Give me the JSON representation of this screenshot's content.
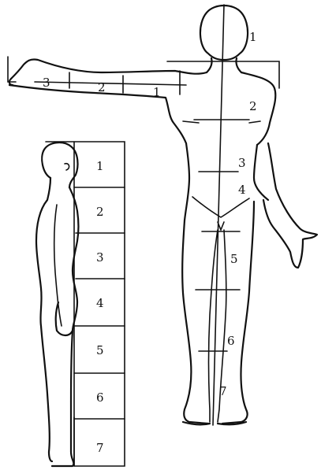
{
  "front_figure": {
    "labels": [
      "1",
      "2",
      "3",
      "4",
      "5",
      "6",
      "7"
    ],
    "arm_labels": [
      "3",
      "2",
      "1"
    ]
  },
  "side_figure": {
    "ruler_labels": [
      "1",
      "2",
      "3",
      "4",
      "5",
      "6",
      "7"
    ]
  }
}
